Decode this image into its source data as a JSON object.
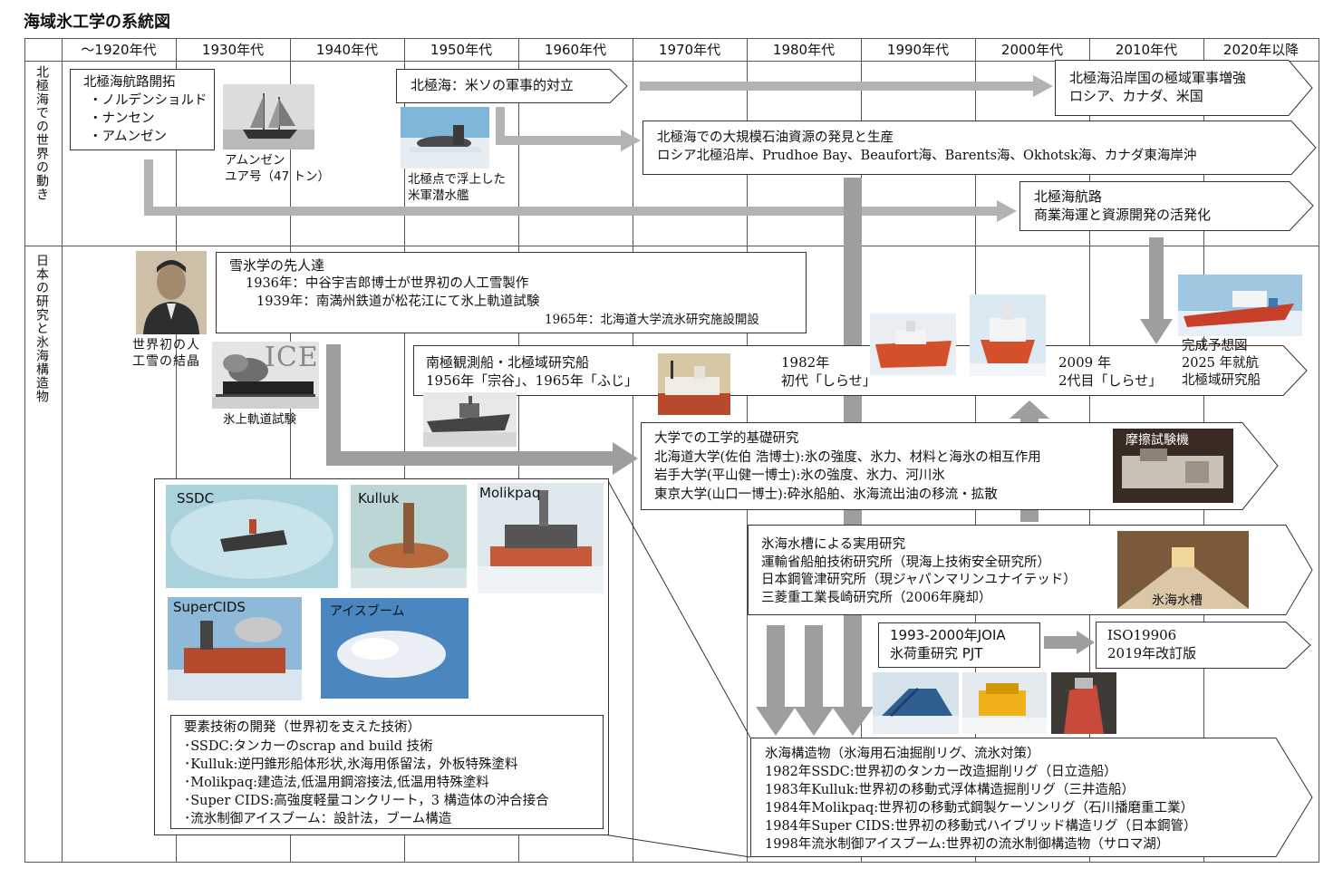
{
  "title": "海域氷工学の系統図",
  "decades": [
    "～1920年代",
    "1930年代",
    "1940年代",
    "1950年代",
    "1960年代",
    "1970年代",
    "1980年代",
    "1990年代",
    "2000年代",
    "2010年代",
    "2020年以降"
  ],
  "row_labels": {
    "world": "北極海での世界の動き",
    "japan": "日本の研究と氷海構造物"
  },
  "world": {
    "route_box": [
      "北極海航路開拓",
      "・ノルデンショルド",
      "・ナンセン",
      "・アムンゼン"
    ],
    "amundsen_caption": [
      "アムンゼン",
      "ユア号（47 トン）"
    ],
    "submarine_caption": [
      "北極点で浮上した",
      "米軍潜水艦"
    ],
    "cold_war": "北極海：米ソの軍事的対立",
    "military": [
      "北極海沿岸国の極域軍事増強",
      "ロシア、カナダ、米国"
    ],
    "oil": [
      "北極海での大規模石油資源の発見と生産",
      "ロシア北極沿岸、Prudhoe Bay、Beaufort海、Barents海、Okhotsk海、カナダ東海岸沖"
    ],
    "nsr": [
      "北極海航路",
      "商業海運と資源開発の活発化"
    ]
  },
  "japan": {
    "nakaya_caption": [
      "世界初の人",
      "工雪の結晶"
    ],
    "pioneers": [
      "雪氷学の先人達",
      "1936年：中谷宇吉郎博士が世界初の人工雪製作",
      "1939年：南満州鉄道が松花江にて氷上軌道試験",
      "1965年：北海道大学流氷研究施設開設"
    ],
    "ice_rail_caption": "氷上軌道試験",
    "ice_sign": "ICE",
    "ships": [
      "南極観測船・北極域研究船",
      "1956年「宗谷」、1965年「ふじ」"
    ],
    "shirase1": [
      "1982年",
      "初代「しらせ」"
    ],
    "shirase2": [
      "2009 年",
      "2代目「しらせ」"
    ],
    "arv": [
      "完成予想図",
      "2025 年就航",
      "北極域研究船"
    ],
    "university": [
      "大学での工学的基礎研究",
      "北海道大学(佐伯 浩博士):氷の強度、氷力、材料と海氷の相互作用",
      "岩手大学(平山健一博士):氷の強度、氷力、河川氷",
      "東京大学(山口一博士):砕氷船舶、氷海流出油の移流・拡散"
    ],
    "friction_label": "摩擦試験機",
    "tank": [
      "氷海水槽による実用研究",
      "運輸省船舶技術研究所（現海上技術安全研究所）",
      "日本鋼管津研究所（現ジャパンマリンユナイテッド）",
      "三菱重工業長崎研究所（2006年廃却）"
    ],
    "tank_label": "氷海水槽",
    "joia": [
      "1993-2000年JOIA",
      "氷荷重研究 PJT"
    ],
    "iso": [
      "ISO19906",
      "2019年改訂版"
    ],
    "structures": [
      "氷海構造物（氷海用石油掘削リグ、流氷対策）",
      "1982年SSDC:世界初のタンカー改造掘削リグ（日立造船）",
      "1983年Kulluk:世界初の移動式浮体構造掘削リグ（三井造船）",
      "1984年Molikpaq:世界初の移動式鋼製ケーソンリグ（石川播磨重工業）",
      "1984年Super CIDS:世界初の移動式ハイブリッド構造リグ（日本鋼管）",
      "1998年流氷制御アイスブーム:世界初の流氷制御構造物（サロマ湖）"
    ],
    "photo_labels": {
      "ssdc": "SSDC",
      "kulluk": "Kulluk",
      "molikpaq": "Molikpaq",
      "supercids": "SuperCIDS",
      "iceboom": "アイスブーム"
    },
    "elements": [
      "要素技術の開発（世界初を支えた技術）",
      "･SSDC:タンカーのscrap and build 技術",
      "･Kulluk:逆円錐形船体形状,氷海用係留法，外板特殊塗料",
      "･Molikpaq:建造法,低温用鋼溶接法,低温用特殊塗料",
      "･Super CIDS:高強度軽量コンクリート，3 構造体の沖合接合",
      "･流氷制御アイスブーム：設計法，ブーム構造"
    ]
  },
  "colors": {
    "arrow": "#b0b0b0",
    "border": "#333333",
    "line": "#555555"
  }
}
